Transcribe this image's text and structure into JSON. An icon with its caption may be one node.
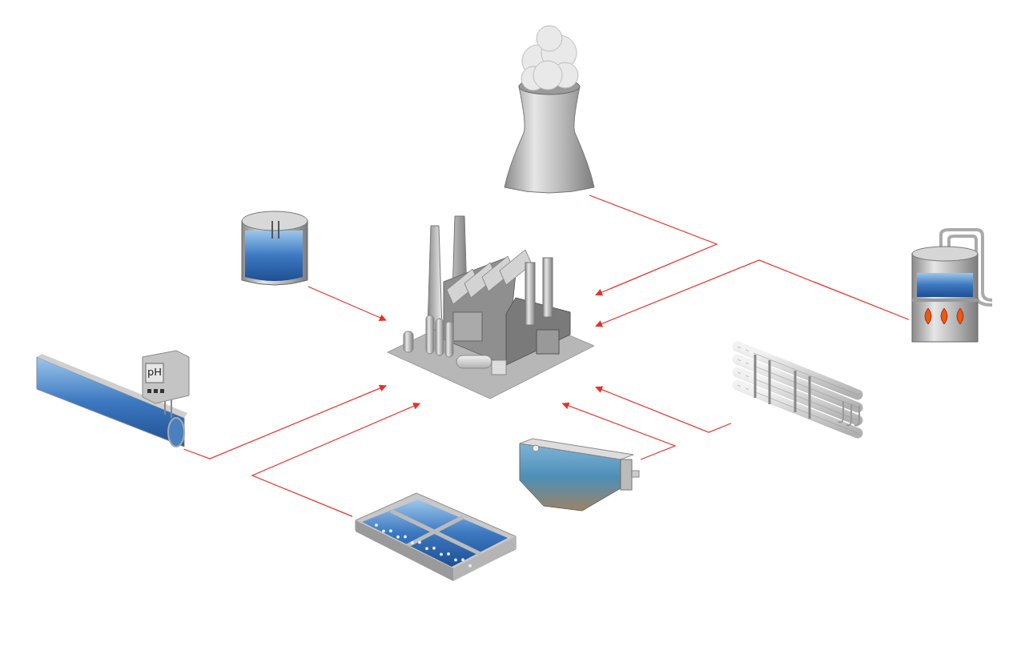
{
  "diagram": {
    "nodes": [
      {
        "text": [],
        "shape": "picture"
      },
      {
        "text": [],
        "shape": "picture"
      },
      {
        "text": [],
        "shape": "picture"
      },
      {
        "text": [],
        "shape": "picture"
      },
      {
        "text": [],
        "shape": "picture"
      },
      {
        "text": [],
        "shape": "picture"
      },
      {
        "text": [],
        "shape": "picture"
      },
      {
        "text": [],
        "shape": "picture"
      }
    ],
    "edges": [
      {
        "from": 1,
        "to": 0,
        "arrow": "to"
      },
      {
        "from": 2,
        "to": 0,
        "arrow": "to"
      },
      {
        "from": 3,
        "to": 0,
        "arrow": "to"
      },
      {
        "from": 4,
        "to": 0,
        "arrow": "to"
      },
      {
        "from": 5,
        "to": 0,
        "arrow": "to"
      },
      {
        "from": 6,
        "to": 0,
        "arrow": "to"
      },
      {
        "from": 7,
        "to": 0,
        "arrow": "to"
      }
    ],
    "labels": [
      "pH"
    ]
  }
}
